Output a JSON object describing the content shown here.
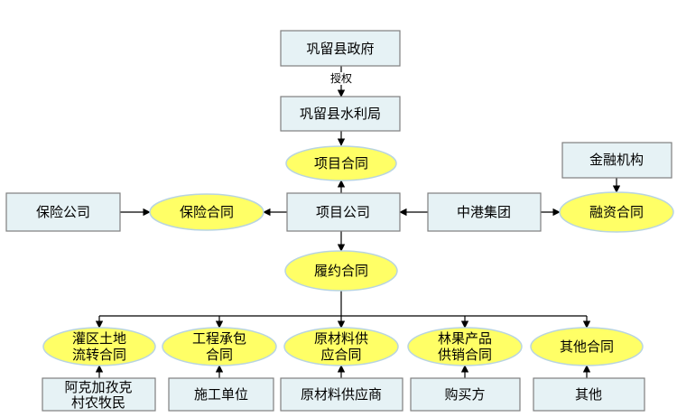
{
  "nodes": {
    "gov": "巩留县政府",
    "water_bureau": "巩留县水利局",
    "project_contract": "项目合同",
    "project_company": "项目公司",
    "insurance_company": "保险公司",
    "insurance_contract": "保险合同",
    "zhonggang": "中港集团",
    "financing_contract": "融资合同",
    "financial_institution": "金融机构",
    "performance_contract": "履约合同",
    "land_transfer_contract": [
      "灌区土地",
      "流转合同"
    ],
    "engineering_contract": [
      "工程承包",
      "合同"
    ],
    "material_supply_contract": [
      "原材料供",
      "应合同"
    ],
    "fruit_sales_contract": [
      "林果产品",
      "供销合同"
    ],
    "other_contract": "其他合同",
    "herdsmen": [
      "阿克加孜克",
      "村农牧民"
    ],
    "construction_unit": "施工单位",
    "material_supplier": "原材料供应商",
    "buyer": "购买方",
    "others": "其他"
  },
  "edges": {
    "authorize_label": "授权"
  },
  "colors": {
    "box_fill": "#e6f2f5",
    "box_stroke": "#7f7f7f",
    "ellipse_fill": "#ffff66",
    "ellipse_stroke": "#b8d4e0",
    "line": "#000000"
  }
}
